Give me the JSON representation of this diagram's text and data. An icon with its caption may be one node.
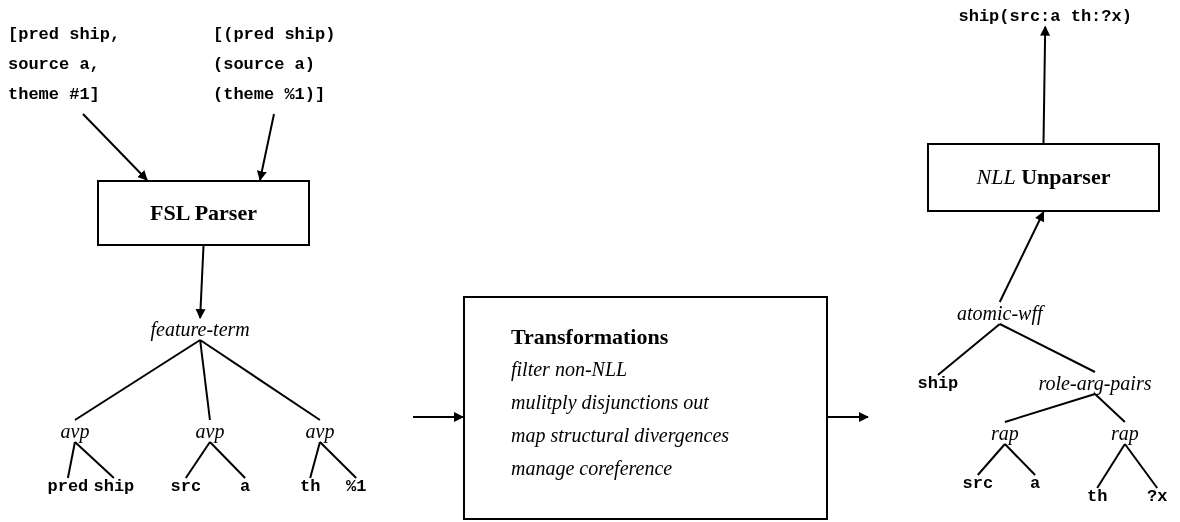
{
  "diagram": {
    "nodes": [
      {
        "text": [
          "[pred ship, source a, theme #1]"
        ]
      },
      {
        "text": [
          "[(pred ship) (source a) (theme %1)]"
        ]
      },
      {
        "text": [
          "FSL Parser"
        ]
      },
      {
        "text": [
          "feature-term"
        ]
      },
      {
        "text": [
          "avp"
        ]
      },
      {
        "text": [
          "avp"
        ]
      },
      {
        "text": [
          "avp"
        ]
      },
      {
        "text": [
          "pred"
        ]
      },
      {
        "text": [
          "ship"
        ]
      },
      {
        "text": [
          "src"
        ]
      },
      {
        "text": [
          "a"
        ]
      },
      {
        "text": [
          "th"
        ]
      },
      {
        "text": [
          "%1"
        ]
      },
      {
        "text": [
          "Transformations",
          "filter non-NLL",
          "mulitply disjunctions out",
          "map structural divergences",
          "manage coreference"
        ]
      },
      {
        "text": [
          "atomic-wff"
        ]
      },
      {
        "text": [
          "ship"
        ]
      },
      {
        "text": [
          "role-arg-pairs"
        ]
      },
      {
        "text": [
          "rap"
        ]
      },
      {
        "text": [
          "rap"
        ]
      },
      {
        "text": [
          "src"
        ]
      },
      {
        "text": [
          "a"
        ]
      },
      {
        "text": [
          "th"
        ]
      },
      {
        "text": [
          "?x"
        ]
      },
      {
        "text": [
          "*NLL* Unparser"
        ]
      },
      {
        "text": [
          "ship(src:a th:?x)"
        ]
      }
    ],
    "edges": [
      {
        "from": 0,
        "to": 2,
        "arrow": "to"
      },
      {
        "from": 1,
        "to": 2,
        "arrow": "to"
      },
      {
        "from": 2,
        "to": 3,
        "arrow": "to"
      },
      {
        "from": 3,
        "to": 4,
        "arrow": "none"
      },
      {
        "from": 3,
        "to": 5,
        "arrow": "none"
      },
      {
        "from": 3,
        "to": 6,
        "arrow": "none"
      },
      {
        "from": 4,
        "to": 7,
        "arrow": "none"
      },
      {
        "from": 4,
        "to": 8,
        "arrow": "none"
      },
      {
        "from": 5,
        "to": 9,
        "arrow": "none"
      },
      {
        "from": 5,
        "to": 10,
        "arrow": "none"
      },
      {
        "from": 6,
        "to": 11,
        "arrow": "none"
      },
      {
        "from": 6,
        "to": 12,
        "arrow": "none"
      },
      {
        "from": null,
        "to": 13,
        "arrow": "to"
      },
      {
        "from": 13,
        "to": null,
        "arrow": "to"
      },
      {
        "from": 14,
        "to": 15,
        "arrow": "none"
      },
      {
        "from": 14,
        "to": 16,
        "arrow": "none"
      },
      {
        "from": 16,
        "to": 17,
        "arrow": "none"
      },
      {
        "from": 16,
        "to": 18,
        "arrow": "none"
      },
      {
        "from": 17,
        "to": 19,
        "arrow": "none"
      },
      {
        "from": 17,
        "to": 20,
        "arrow": "none"
      },
      {
        "from": 18,
        "to": 21,
        "arrow": "none"
      },
      {
        "from": 18,
        "to": 22,
        "arrow": "none"
      },
      {
        "from": 14,
        "to": 23,
        "arrow": "to"
      },
      {
        "from": 23,
        "to": 24,
        "arrow": "to"
      }
    ]
  }
}
